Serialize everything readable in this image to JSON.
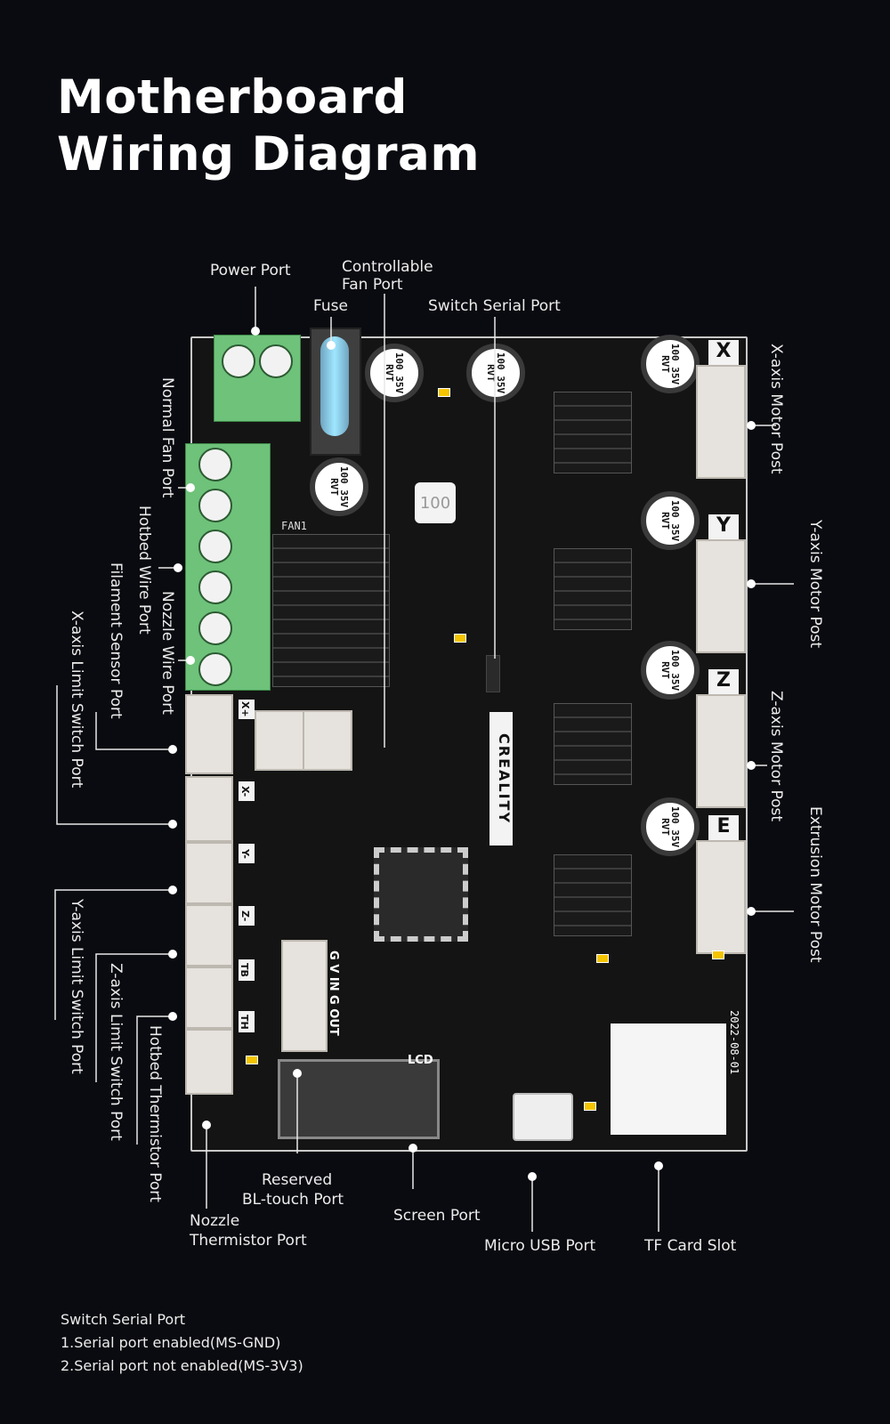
{
  "title": {
    "line1": "Motherboard",
    "line2": "Wiring Diagram"
  },
  "labels": {
    "power_port": "Power Port",
    "controllable_fan_port_1": "Controllable",
    "controllable_fan_port_2": "Fan Port",
    "fuse": "Fuse",
    "switch_serial_port": "Switch Serial Port",
    "x_motor": "X-axis Motor Post",
    "y_motor": "Y-axis Motor Post",
    "z_motor": "Z-axis Motor Post",
    "e_motor": "Extrusion Motor Post",
    "normal_fan_port": "Normal Fan Port",
    "hotbed_wire_port": "Hotbed Wire Port",
    "nozzle_wire_port": "Nozzle Wire Port",
    "filament_sensor_port": "Filament Sensor Port",
    "x_limit": "X-axis Limit Switch Port",
    "y_limit": "Y-axis Limit Switch Port",
    "z_limit": "Z-axis Limit Switch Port",
    "hotbed_thermistor": "Hotbed Thermistor Port",
    "nozzle_thermistor_1": "Nozzle",
    "nozzle_thermistor_2": "Thermistor Port",
    "bltouch_1": "Reserved",
    "bltouch_2": "BL-touch Port",
    "screen_port": "Screen Port",
    "micro_usb": "Micro USB Port",
    "tf_card": "TF Card Slot"
  },
  "board": {
    "brand": "CREALITY",
    "date_code": "2022-08-01",
    "fan_label": "FAN1",
    "inductor_value": "100",
    "capacitor_marking": "100 35V RVT",
    "lcd_label": "LCD",
    "bltouch_pins": "G V IN G OUT",
    "axis_silk": [
      "X",
      "Y",
      "Z",
      "E"
    ],
    "limit_silk": [
      "X+",
      "X-",
      "Y-",
      "Z-",
      "TB",
      "TH"
    ]
  },
  "notes": {
    "heading": "Switch Serial Port",
    "item1": "1.Serial port enabled(MS-GND)",
    "item2": "2.Serial port not enabled(MS-3V3)"
  },
  "colors": {
    "background": "#0a0b10",
    "terminal_green": "#6ec27a",
    "smd_yellow": "#f4c400"
  }
}
